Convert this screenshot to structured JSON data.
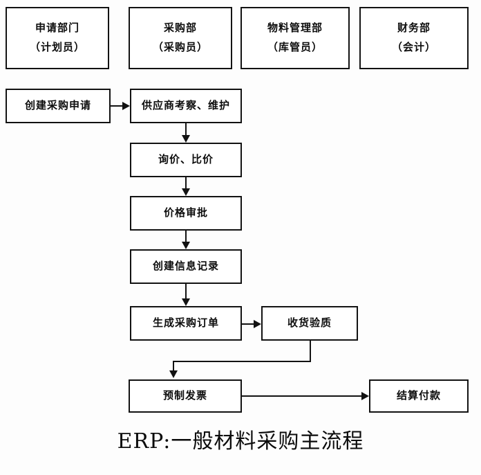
{
  "diagram": {
    "caption": "ERP:一般材料采购主流程",
    "background_color": "#fdfdfd",
    "line_color": "#121212"
  },
  "lanes": [
    {
      "title": "申请部门",
      "role": "（计划员）"
    },
    {
      "title": "采购部",
      "role": "（采购员）"
    },
    {
      "title": "物料管理部",
      "role": "（库管员）"
    },
    {
      "title": "财务部",
      "role": "（会计）"
    }
  ],
  "steps": {
    "create_request": "创建采购申请",
    "supplier_survey": "供应商考察、维护",
    "inquiry_compare": "询价、比价",
    "price_approval": "价格审批",
    "create_info_record": "创建信息记录",
    "create_po": "生成采购订单",
    "receive_inspect": "收货验质",
    "pre_invoice": "预制发票",
    "settle_payment": "结算付款"
  }
}
